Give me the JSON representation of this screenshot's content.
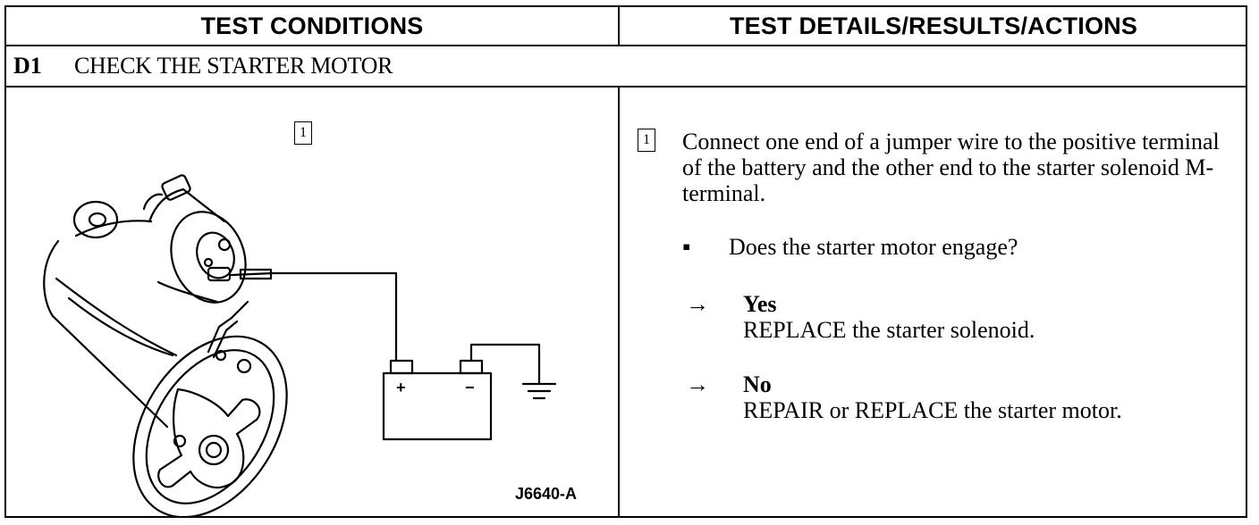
{
  "header": {
    "left_title": "TEST CONDITIONS",
    "right_title": "TEST DETAILS/RESULTS/ACTIONS"
  },
  "step": {
    "id": "D1",
    "title": "CHECK THE STARTER MOTOR"
  },
  "figure": {
    "callout": "1",
    "battery_plus": "+",
    "battery_minus": "−",
    "code": "J6640-A"
  },
  "details": {
    "callout": "1",
    "instruction": "Connect one end of a jumper wire to the positive terminal of the battery and the other end to the starter solenoid M-terminal.",
    "bullet": "▪",
    "question": "Does the starter motor engage?",
    "results": [
      {
        "arrow": "→",
        "answer": "Yes",
        "action": "REPLACE the starter solenoid."
      },
      {
        "arrow": "→",
        "answer": "No",
        "action": "REPAIR or REPLACE the starter motor."
      }
    ]
  }
}
